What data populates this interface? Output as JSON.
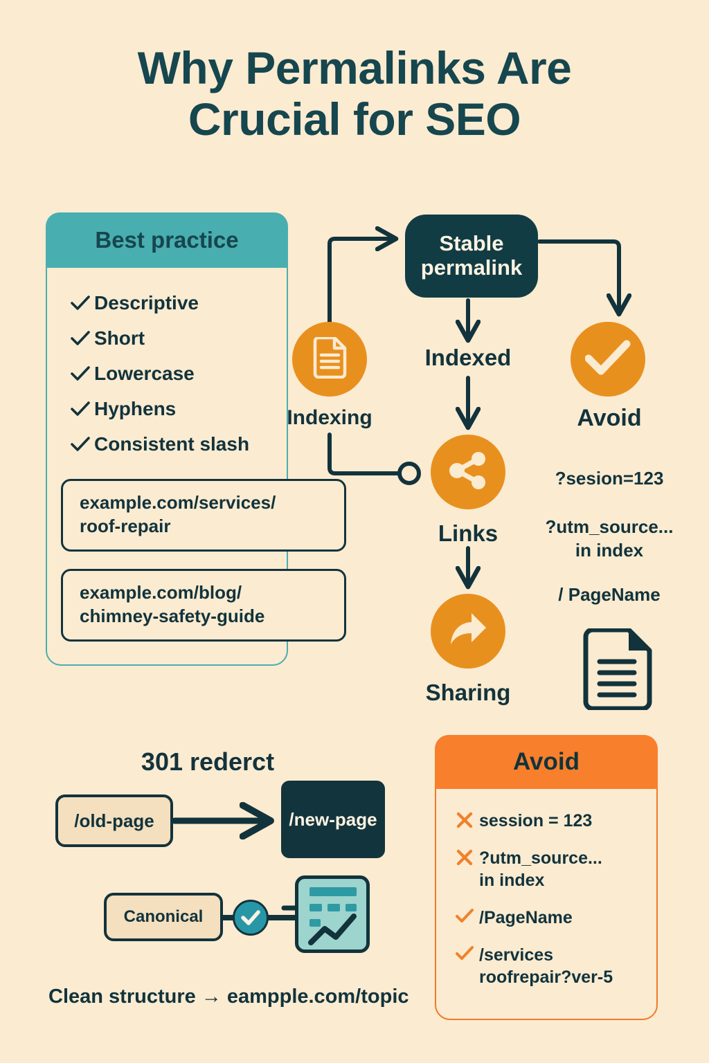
{
  "title": {
    "line1": "Why Permalinks Are",
    "line2": "Crucial for SEO"
  },
  "best_practice": {
    "header": "Best practice",
    "items": [
      {
        "label": "Descriptive",
        "icon": "check-icon"
      },
      {
        "label": "Short",
        "icon": "check-icon"
      },
      {
        "label": "Lowercase",
        "icon": "check-icon"
      },
      {
        "label": "Hyphens",
        "icon": "check-icon"
      },
      {
        "label": "Consistent slash",
        "icon": "check-icon"
      }
    ],
    "url_examples": [
      "example.com/services/\nroof-repair",
      "example.com/blog/\nchimney-safety-guide"
    ]
  },
  "flow": {
    "stable_node": "Stable\npermalink",
    "indexed_label": "Indexed",
    "nodes": [
      {
        "key": "indexing",
        "label": "Indexing",
        "icon": "document-icon"
      },
      {
        "key": "avoid",
        "label": "Avoid",
        "icon": "check-circle-icon"
      },
      {
        "key": "links",
        "label": "Links",
        "icon": "share-nodes-icon"
      },
      {
        "key": "sharing",
        "label": "Sharing",
        "icon": "share-arrow-icon"
      }
    ],
    "avoid_notes": [
      "?sesion=123",
      "?utm_source...\nin index",
      "/ PageName"
    ]
  },
  "redirect": {
    "title": "301 rederct",
    "old_page": "/old-page",
    "new_page": "/new-page",
    "canonical": "Canonical",
    "clean_structure": "Clean structure → eampple.com/topic"
  },
  "avoid_panel": {
    "header": "Avoid",
    "items": [
      {
        "mark": "cross-icon",
        "label": "session = 123"
      },
      {
        "mark": "cross-icon",
        "label": "?utm_source...\n in index"
      },
      {
        "mark": "check-icon",
        "label": "/PageName"
      },
      {
        "mark": "check-icon",
        "label": "/services\nroofrepair?ver-5"
      }
    ]
  },
  "colors": {
    "background": "#FBEBD1",
    "navy": "#12333C",
    "teal": "#49AEB0",
    "orange": "#E8901E",
    "orange_bright": "#F87F2C",
    "light_teal": "#9DD4CE",
    "cream": "#FDF3E3"
  }
}
